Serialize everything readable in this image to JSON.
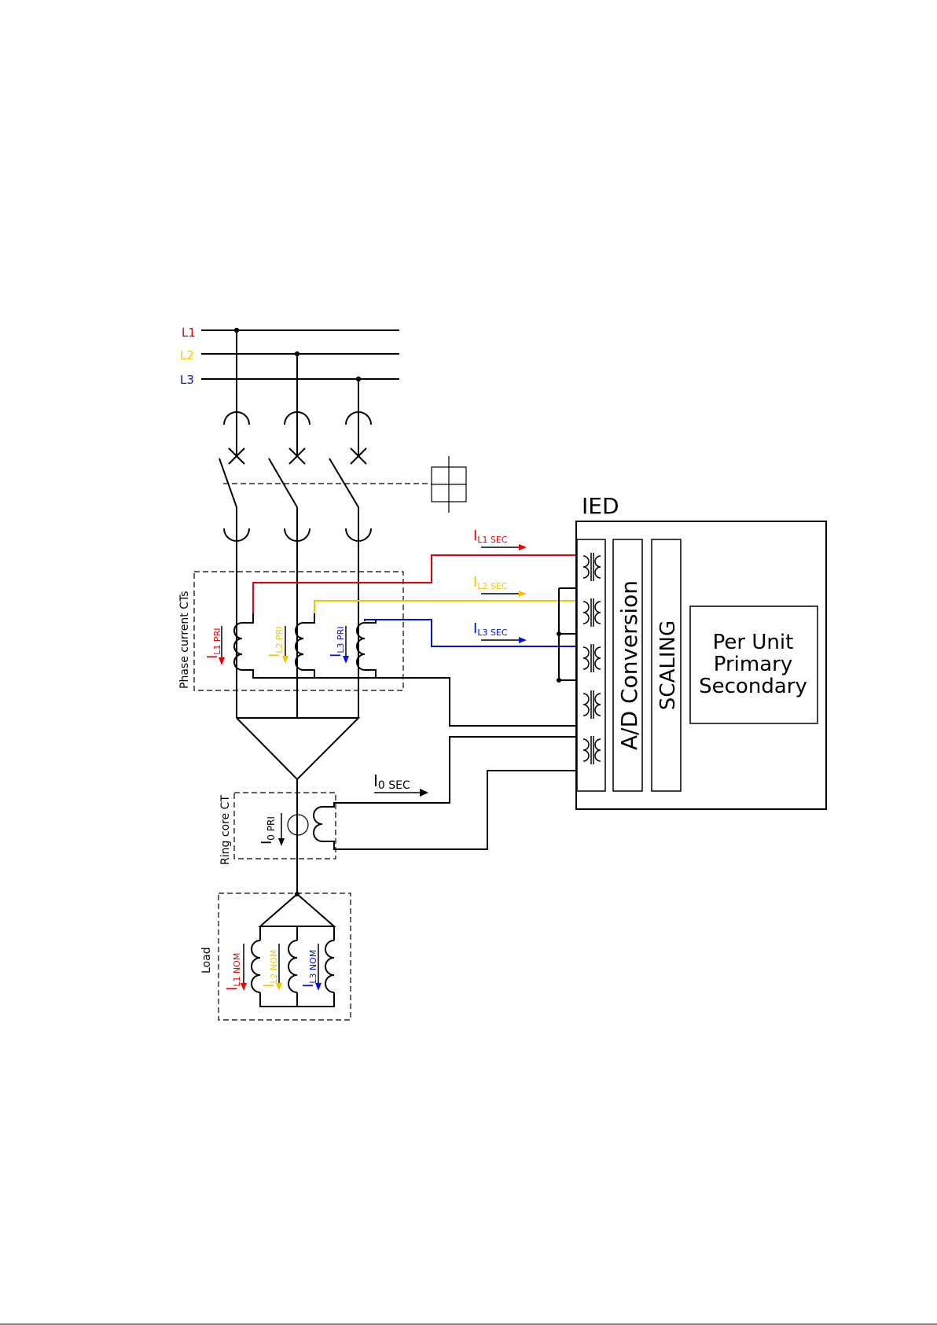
{
  "colors": {
    "l1": "#e60000",
    "l2": "#f5c400",
    "l3": "#0010d8",
    "line": "#000000",
    "background": "#ffffff"
  },
  "busbars": {
    "l1": "L1",
    "l2": "L2",
    "l3": "L3"
  },
  "groups": {
    "phase_cts": "Phase current CTs",
    "ring_core_ct": "Ring core CT",
    "load": "Load"
  },
  "currents": {
    "il1_pri": {
      "main": "I",
      "sub": "L1 PRI"
    },
    "il2_pri": {
      "main": "I",
      "sub": "L2 PRI"
    },
    "il3_pri": {
      "main": "I",
      "sub": "L3 PRI"
    },
    "il1_sec": {
      "main": "I",
      "sub": "L1 SEC"
    },
    "il2_sec": {
      "main": "I",
      "sub": "L2 SEC"
    },
    "il3_sec": {
      "main": "I",
      "sub": "L3 SEC"
    },
    "i0_sec": {
      "main": "I",
      "sub": "0 SEC"
    },
    "i0_pri": {
      "main": "I",
      "sub": "0 PRI"
    },
    "il1_nom": {
      "main": "I",
      "sub": "L1 NOM"
    },
    "il2_nom": {
      "main": "I",
      "sub": "L2 NOM"
    },
    "il3_nom": {
      "main": "I",
      "sub": "L3 NOM"
    }
  },
  "ied": {
    "title": "IED",
    "ad_conversion": "A/D Conversion",
    "scaling": "SCALING",
    "output_lines": [
      "Per Unit",
      "Primary",
      "Secondary"
    ]
  },
  "icons": {
    "breaker": "circuit-breaker-icon",
    "operating_mechanism": "operating-mechanism-icon",
    "transformer": "current-transformer-icon"
  }
}
